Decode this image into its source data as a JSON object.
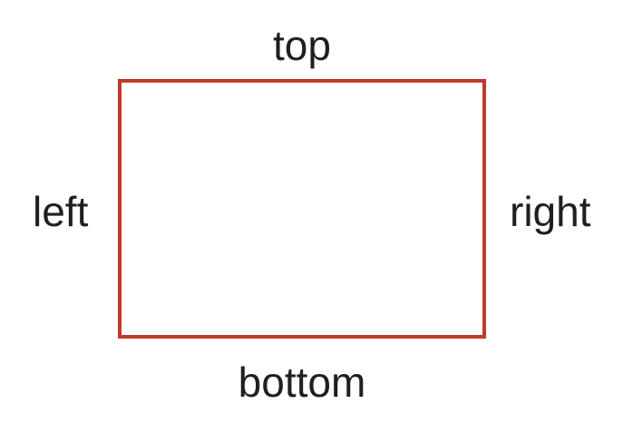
{
  "diagram": {
    "labels": {
      "top": "top",
      "left": "left",
      "right": "right",
      "bottom": "bottom"
    },
    "colors": {
      "border": "#c0392b",
      "text": "#1f1f1f",
      "background": "#ffffff"
    }
  }
}
